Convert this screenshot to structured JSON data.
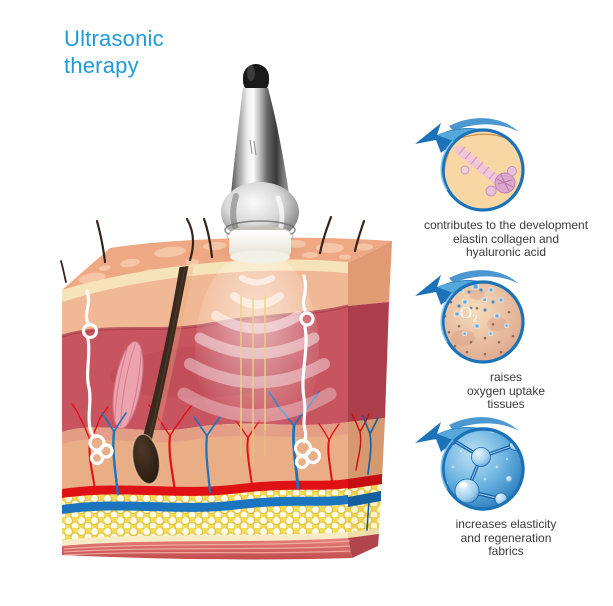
{
  "title": {
    "line1": "Ultrasonic",
    "line2": "therapy"
  },
  "callouts": [
    {
      "icon": "skin-collagen-icon",
      "lines": [
        "contributes to the development",
        "elastin collagen and",
        "hyaluronic acid"
      ]
    },
    {
      "icon": "oxygen-bubbles-icon",
      "label": "O₂",
      "lines": [
        "raises",
        "oxygen uptake",
        "tissues"
      ]
    },
    {
      "icon": "molecule-icon",
      "lines": [
        "increases elasticity",
        "and regeneration",
        "fabrics"
      ]
    }
  ],
  "colors": {
    "accent_blue": "#1E9AD6",
    "arrow_blue": "#1B72B8",
    "caption_text": "#3A3A3A",
    "artery_red": "#E01114",
    "vein_blue": "#1B74BE",
    "fat_yellow": "#F0DC55"
  }
}
